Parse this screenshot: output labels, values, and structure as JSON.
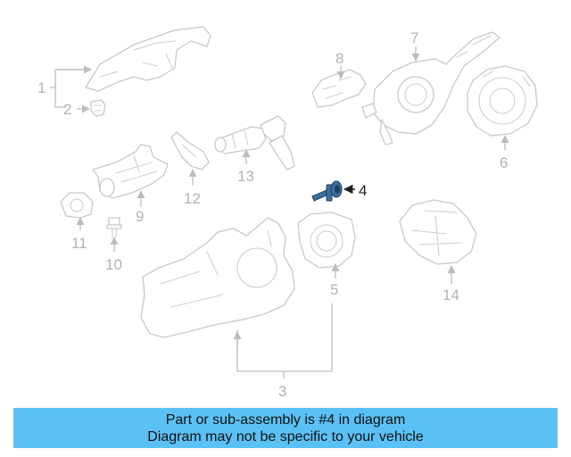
{
  "callouts": {
    "c1": "1",
    "c2": "2",
    "c3": "3",
    "c4": "4",
    "c5": "5",
    "c6": "6",
    "c7": "7",
    "c8": "8",
    "c9": "9",
    "c10": "10",
    "c11": "11",
    "c12": "12",
    "c13": "13",
    "c14": "14"
  },
  "highlight": {
    "callout": "4",
    "color": "#3b6f9e"
  },
  "banner": {
    "line1": "Part or sub-assembly is #4 in diagram",
    "line2": "Diagram may not be specific to your vehicle",
    "background": "#5bc1f5"
  }
}
